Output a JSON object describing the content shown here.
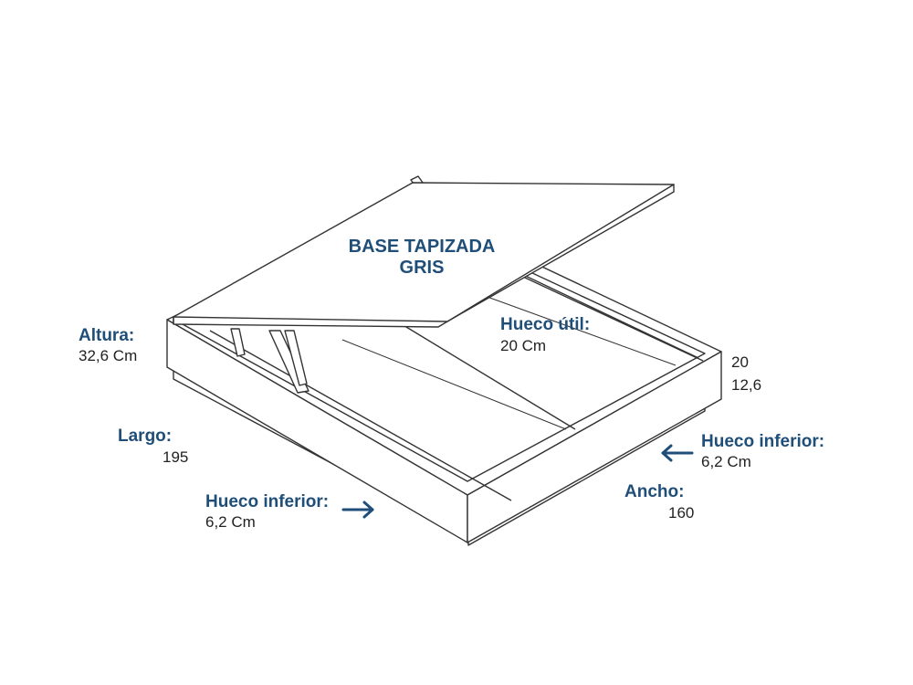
{
  "title": {
    "line1": "BASE TAPIZADA",
    "line2": "GRIS"
  },
  "labels": {
    "altura": {
      "head": "Altura:",
      "value": "32,6 Cm"
    },
    "largo": {
      "head": "Largo:",
      "value": "195"
    },
    "hueco_inferior_left": {
      "head": "Hueco inferior:",
      "value": "6,2 Cm"
    },
    "hueco_util": {
      "head": "Hueco útil:",
      "value": "20 Cm"
    },
    "side_values": {
      "upper": "20",
      "lower": "12,6"
    },
    "hueco_inferior_right": {
      "head": "Hueco inferior:",
      "value": "6,2 Cm"
    },
    "ancho": {
      "head": "Ancho:",
      "value": "160"
    }
  },
  "colors": {
    "heading": "#1f4e79",
    "text": "#222222",
    "line": "#333333",
    "arrow": "#1f4e79"
  },
  "icons": [
    "arrow-right-icon",
    "arrow-left-icon"
  ]
}
